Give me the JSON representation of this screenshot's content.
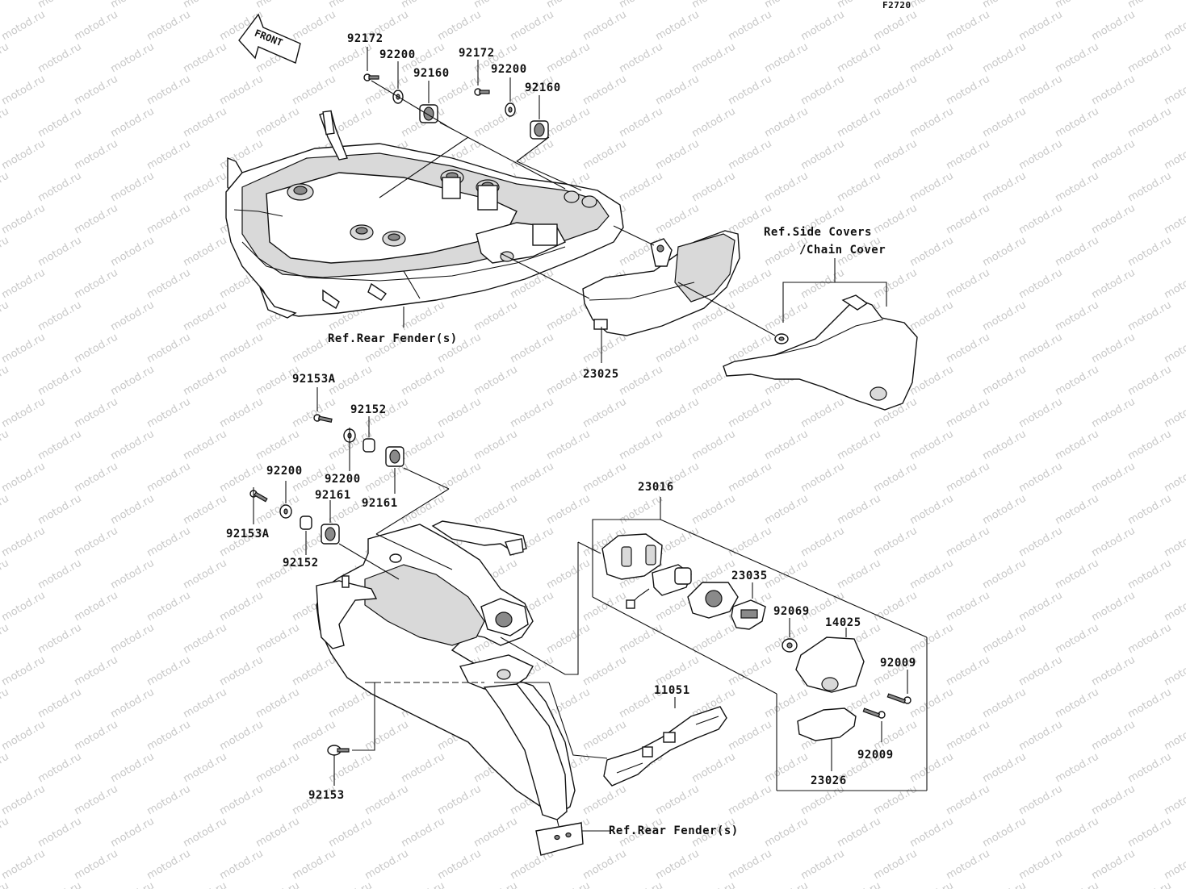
{
  "figure_code": "F2720",
  "front_label": "FRONT",
  "watermark": "motod.ru",
  "labels": {
    "top_92172_a": "92172",
    "top_92200_a": "92200",
    "top_92160_a": "92160",
    "top_92172_b": "92172",
    "top_92200_b": "92200",
    "top_92160_b": "92160",
    "ref_side_covers_1": "Ref.Side Covers",
    "ref_side_covers_2": "/Chain Cover",
    "ref_rear_fender_top": "Ref.Rear Fender(s)",
    "p23025": "23025",
    "p92153A_top": "92153A",
    "p92152_top": "92152",
    "p92200_mid": "92200",
    "p92200_left": "92200",
    "p92161_right": "92161",
    "p92161_left": "92161",
    "p92153A_left": "92153A",
    "p92152_left": "92152",
    "p23016": "23016",
    "p23035": "23035",
    "p92069": "92069",
    "p14025": "14025",
    "p92009_right": "92009",
    "p92009_bottom": "92009",
    "p23026": "23026",
    "p11051": "11051",
    "p92153": "92153",
    "ref_rear_fender_bottom": "Ref.Rear Fender(s)"
  }
}
